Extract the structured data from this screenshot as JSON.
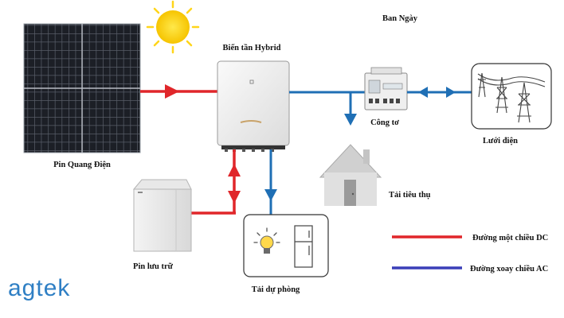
{
  "title": "Ban Ngày",
  "nodes": {
    "solar_panel": "Pin Quang Điện",
    "inverter": "Biến tần Hybrid",
    "meter": "Công tơ",
    "grid": "Lưới điện",
    "load": "Tải tiêu thụ",
    "battery": "Pin lưu trữ",
    "backup_load": "Tải dự phòng"
  },
  "legend": [
    {
      "label": "Đường một chiều DC",
      "color": "#e0262a"
    },
    {
      "label": "Đường xoay chiều AC",
      "color": "#3a3fb8"
    }
  ],
  "logo": "agtek",
  "colors": {
    "dc": "#e0262a",
    "ac": "#1f6fb5",
    "sun": "#ffd51a"
  }
}
